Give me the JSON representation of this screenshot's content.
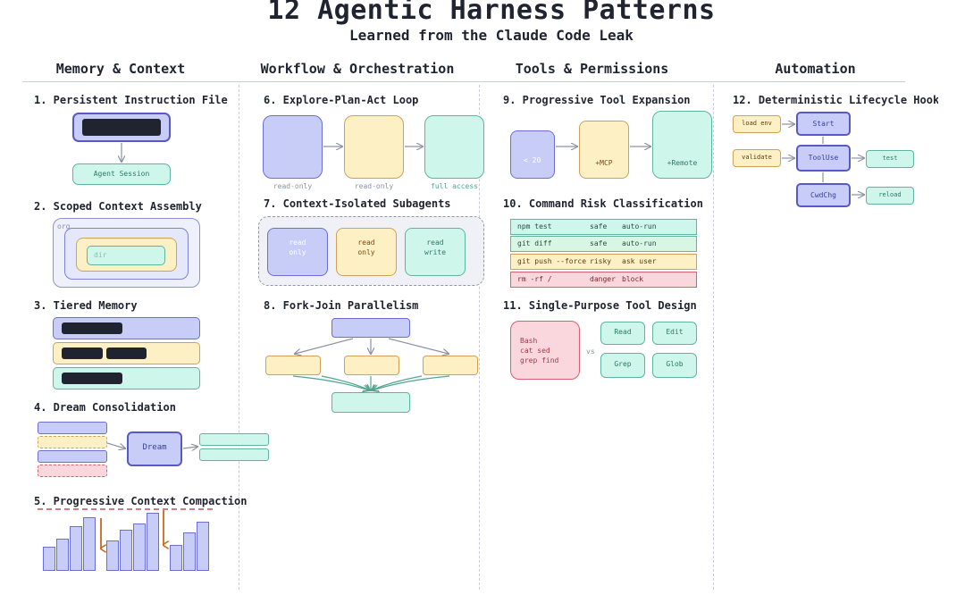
{
  "header": {
    "title": "12 Agentic Harness Patterns",
    "subtitle": "Learned from the Claude Code Leak"
  },
  "columns": [
    "Memory & Context",
    "Workflow & Orchestration",
    "Tools & Permissions",
    "Automation"
  ],
  "patterns": {
    "p1": {
      "title": "1. Persistent Instruction File",
      "session": "Agent Session"
    },
    "p2": {
      "title": "2. Scoped Context Assembly",
      "org": "org",
      "dir": "dir"
    },
    "p3": {
      "title": "3. Tiered Memory"
    },
    "p4": {
      "title": "4. Dream Consolidation",
      "dream": "Dream"
    },
    "p5": {
      "title": "5. Progressive Context Compaction",
      "bar_levels": [
        0.38,
        0.52,
        0.72,
        0.85,
        0.48,
        0.65,
        0.76,
        0.93,
        0.42,
        0.62,
        0.79
      ]
    },
    "p6": {
      "title": "6. Explore-Plan-Act Loop",
      "labels": [
        "read-only",
        "read-only",
        "full access"
      ]
    },
    "p7": {
      "title": "7. Context-Isolated Subagents",
      "agents": [
        "read\nonly",
        "read\nonly",
        "read\nwrite"
      ]
    },
    "p8": {
      "title": "8. Fork-Join Parallelism"
    },
    "p9": {
      "title": "9. Progressive Tool Expansion",
      "stages": [
        "< 20",
        "+MCP",
        "+Remote"
      ]
    },
    "p10": {
      "title": "10. Command Risk Classification",
      "rows": [
        {
          "cmd": "npm test",
          "risk": "safe",
          "action": "auto-run"
        },
        {
          "cmd": "git diff",
          "risk": "safe",
          "action": "auto-run"
        },
        {
          "cmd": "git push --force",
          "risk": "risky",
          "action": "ask user"
        },
        {
          "cmd": "rm -rf /",
          "risk": "danger",
          "action": "block"
        }
      ]
    },
    "p11": {
      "title": "11. Single-Purpose Tool Design",
      "bash": "Bash\ncat sed\ngrep find",
      "vs": "vs",
      "tools": [
        "Read",
        "Edit",
        "Grep",
        "Glob"
      ]
    },
    "p12": {
      "title": "12. Deterministic Lifecycle Hooks",
      "events": [
        "Start",
        "ToolUse",
        "CwdChg"
      ],
      "inputs": [
        "load env",
        "validate"
      ],
      "outputs": [
        "test",
        "reload"
      ]
    }
  },
  "colors": {
    "blue": "#c7cdf6",
    "yellow": "#fdf0c4",
    "green": "#cef6ea",
    "pink": "#fad7dd",
    "arrow_orange": "#c96a1e",
    "dashed_red": "#c4505a"
  }
}
